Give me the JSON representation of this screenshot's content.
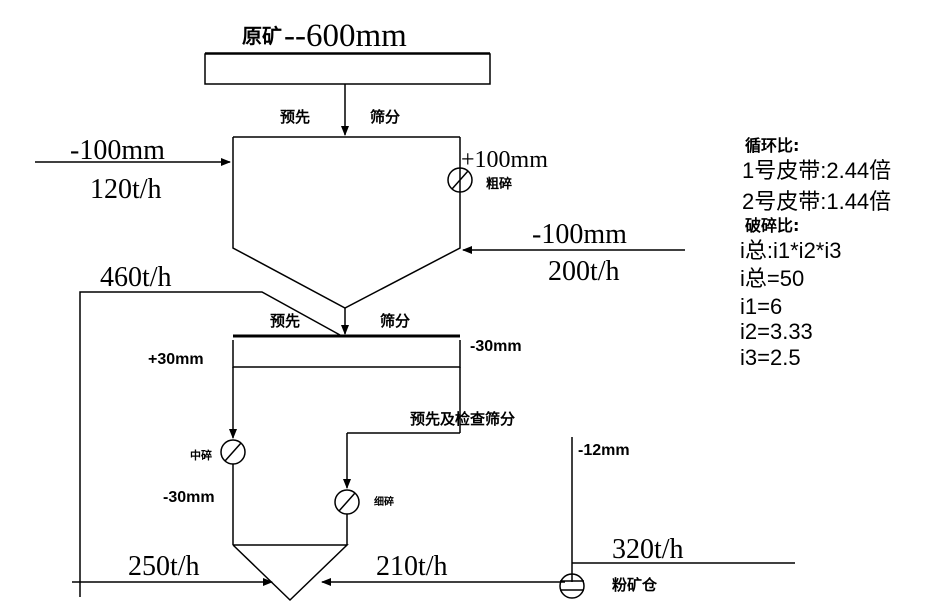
{
  "top": {
    "ore_label": "原矿",
    "ore_size": "--600mm"
  },
  "stage1": {
    "screen_left": "预先",
    "screen_right": "筛分",
    "feed_size": "-100mm",
    "feed_rate": "120t/h",
    "coarse_oversize": "+100mm",
    "coarse_crush": "粗碎",
    "return_size": "-100mm",
    "return_rate": "200t/h"
  },
  "stage2": {
    "recycle_rate": "460t/h",
    "screen_left": "预先",
    "screen_right": "筛分",
    "oversize": "+30mm",
    "undersize": "-30mm",
    "check_screen": "预先及检查筛分",
    "medium_crush": "中碎",
    "fine_crush": "细碎",
    "medium_out": "-30mm",
    "bottom_left_rate": "250t/h",
    "bottom_right_rate": "210t/h"
  },
  "product": {
    "size": "-12mm",
    "rate": "320t/h",
    "bin": "粉矿仓"
  },
  "notes": {
    "circ_title": "循环比:",
    "belt1": "1号皮带:2.44倍",
    "belt2": "2号皮带:1.44倍",
    "ratio_title": "破碎比:",
    "formula": "i总:i1*i2*i3",
    "total": "i总=50",
    "i1": "i1=6",
    "i2": "i2=3.33",
    "i3": "i3=2.5"
  }
}
